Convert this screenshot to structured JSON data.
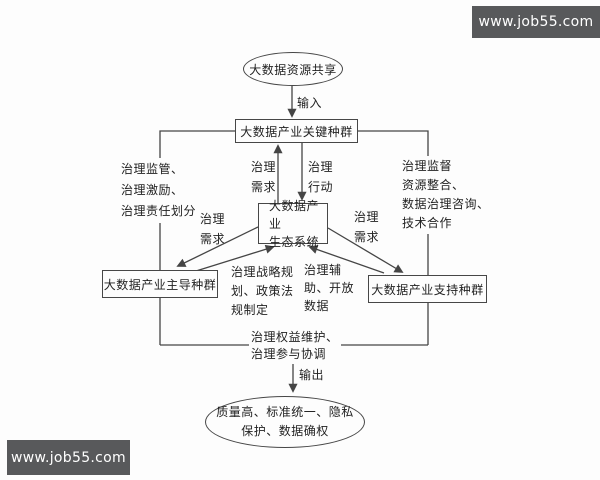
{
  "watermarks": {
    "top_right": "www.job55.com",
    "bottom_left": "www.job55.com"
  },
  "colors": {
    "background": "#fdfdfd",
    "line": "#454545",
    "text": "#222222",
    "banner_bg": "#58595b",
    "banner_text": "#ffffff"
  },
  "nodes": {
    "source": "大数据资源共享",
    "key_population": "大数据产业关键种群",
    "ecosystem": [
      "大数据产业",
      "生态系统"
    ],
    "leading_population": "大数据产业主导种群",
    "support_population": "大数据产业支持种群",
    "outcome": [
      "质量高、标准统一、隐私",
      "保护、数据确权"
    ]
  },
  "labels": {
    "input": "输入",
    "output": "输出",
    "demand_up": [
      "治理",
      "需求"
    ],
    "action_down": [
      "治理",
      "行动"
    ],
    "left_edge": [
      "治理监管、",
      "治理激励、",
      "治理责任划分"
    ],
    "right_edge": [
      "治理监督",
      "资源整合、",
      "数据治理咨询、",
      "技术合作"
    ],
    "demand_left": [
      "治理",
      "需求"
    ],
    "demand_right": [
      "治理",
      "需求"
    ],
    "strategy": [
      "治理战略规",
      "划、政策法",
      "规制定"
    ],
    "assist": [
      "治理辅",
      "助、开放",
      "数据"
    ],
    "rights": [
      "治理权益维护、",
      "治理参与协调"
    ]
  }
}
